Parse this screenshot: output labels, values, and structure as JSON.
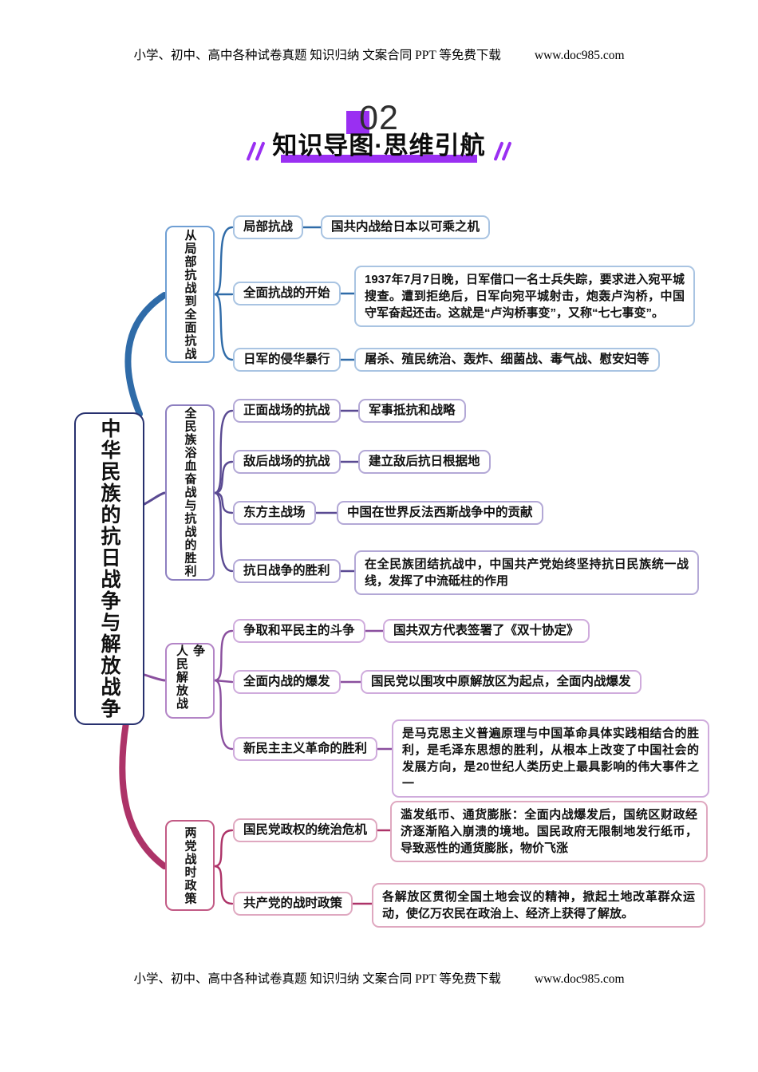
{
  "page": {
    "header": {
      "text": "小学、初中、高中各种试卷真题 知识归纳 文案合同 PPT 等免费下载",
      "url": "www.doc985.com"
    },
    "footer": {
      "text": "小学、初中、高中各种试卷真题 知识归纳 文案合同 PPT 等免费下载",
      "url": "www.doc985.com"
    }
  },
  "title": {
    "number": "02",
    "heading": "知识导图·思维引航"
  },
  "mindmap": {
    "root": "中华民族的抗日战争与解放战争",
    "branches": [
      {
        "label": "从局部抗战到全面抗战",
        "children": [
          {
            "topic": "局部抗战",
            "detail": "国共内战给日本以可乘之机"
          },
          {
            "topic": "全面抗战的开始",
            "detail": "1937年7月7日晚，日军借口一名士兵失踪，要求进入宛平城搜查。遭到拒绝后，日军向宛平城射击，炮轰卢沟桥，中国守军奋起还击。这就是“卢沟桥事变”，又称“七七事变”。"
          },
          {
            "topic": "日军的侵华暴行",
            "detail": "屠杀、殖民统治、轰炸、细菌战、毒气战、慰安妇等"
          }
        ]
      },
      {
        "label": "全民族浴血奋战与抗战的胜利",
        "children": [
          {
            "topic": "正面战场的抗战",
            "detail": "军事抵抗和战略"
          },
          {
            "topic": "敌后战场的抗战",
            "detail": "建立敌后抗日根据地"
          },
          {
            "topic": "东方主战场",
            "detail": "中国在世界反法西斯战争中的贡献"
          },
          {
            "topic": "抗日战争的胜利",
            "detail": "在全民族团结抗战中，中国共产党始终坚持抗日民族统一战线，发挥了中流砥柱的作用"
          }
        ]
      },
      {
        "label": "人民解放战争",
        "children": [
          {
            "topic": "争取和平民主的斗争",
            "detail": "国共双方代表签署了《双十协定》"
          },
          {
            "topic": "全面内战的爆发",
            "detail": "国民党以围攻中原解放区为起点，全面内战爆发"
          },
          {
            "topic": "新民主主义革命的胜利",
            "detail": "是马克思主义普遍原理与中国革命具体实践相结合的胜利，是毛泽东思想的胜利，从根本上改变了中国社会的发展方向，是20世纪人类历史上最具影响的伟大事件之一"
          }
        ]
      },
      {
        "label": "两党战时政策",
        "children": [
          {
            "topic": "国民党政权的统治危机",
            "detail": "滥发纸币、通货膨胀：全面内战爆发后，国统区财政经济逐渐陷入崩溃的境地。国民政府无限制地发行纸币，导致恶性的通货膨胀，物价飞涨"
          },
          {
            "topic": "共产党的战时政策",
            "detail": "各解放区贯彻全国土地会议的精神，掀起土地改革群众运动，使亿万农民在政治上、经济上获得了解放。"
          }
        ]
      }
    ]
  },
  "colors": {
    "accent": "#9a2ff2",
    "root_border": "#27306e",
    "b1_line": "#2f6ba8",
    "b1_box": "#6f9fd4",
    "b1_light": "#a9c4e2",
    "b2_line": "#5a4a92",
    "b2_box": "#8d7fc0",
    "b2_light": "#b3a8d6",
    "b3_line": "#8a4f9e",
    "b3_box": "#b384c6",
    "b3_light": "#cfabdc",
    "b4_line": "#ad3368",
    "b4_box": "#c25a85",
    "b4_light": "#dfa8c0"
  }
}
